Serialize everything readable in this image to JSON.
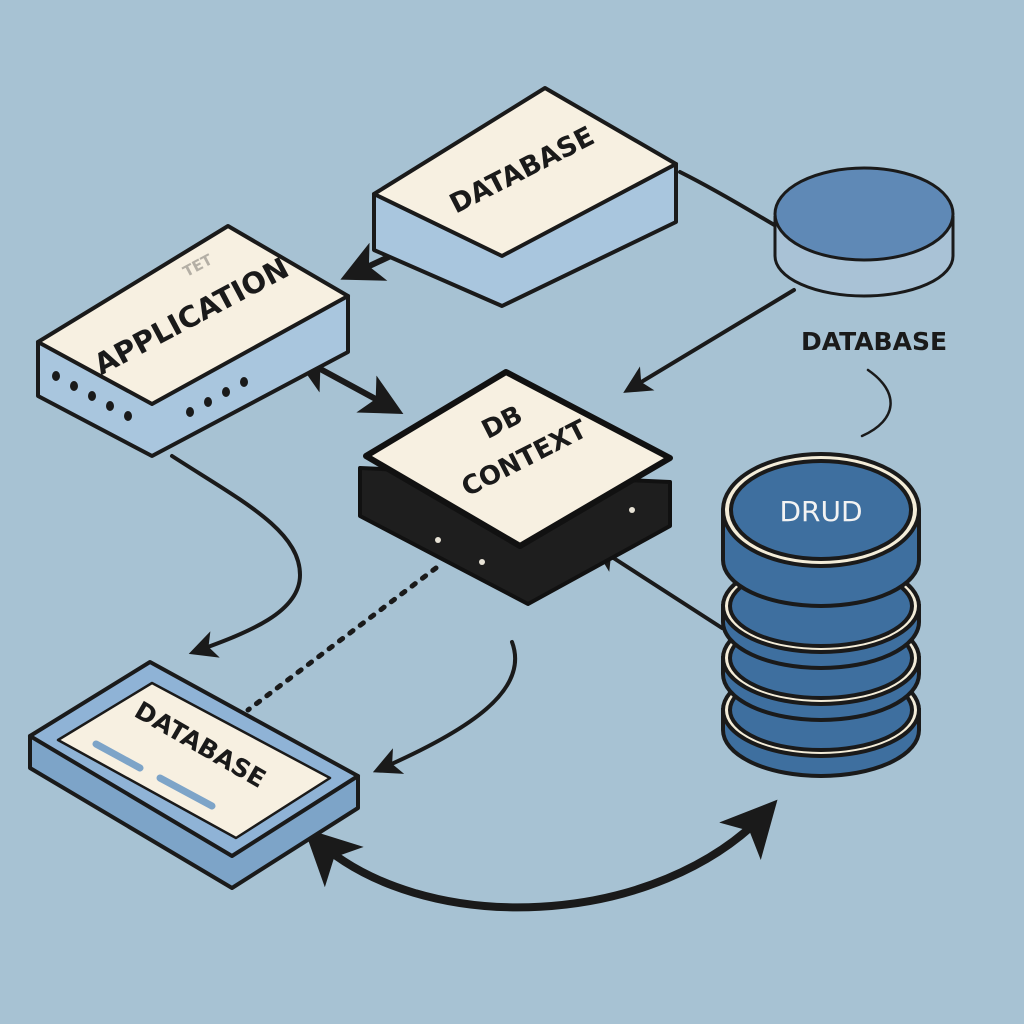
{
  "background_color": "#a7c2d3",
  "nodes": {
    "database_top": {
      "label": "DATABASE"
    },
    "application": {
      "label": "APPLICATION",
      "faint_label": "TET"
    },
    "db_context": {
      "line1": "DB",
      "line2": "CONTEXT"
    },
    "database_bottom": {
      "label": "DATABASE"
    },
    "cylinder_caption": {
      "label": "DATABASE"
    },
    "crud_stack": {
      "label": "DRUD"
    }
  },
  "colors": {
    "box_top": "#f7f0e1",
    "box_side": "#a9c6de",
    "dark_box": "#1e1e1e",
    "cylinder_blue": "#3e6f9f",
    "cylinder_rim": "#f3ecd8",
    "outline": "#1a1a1a"
  }
}
